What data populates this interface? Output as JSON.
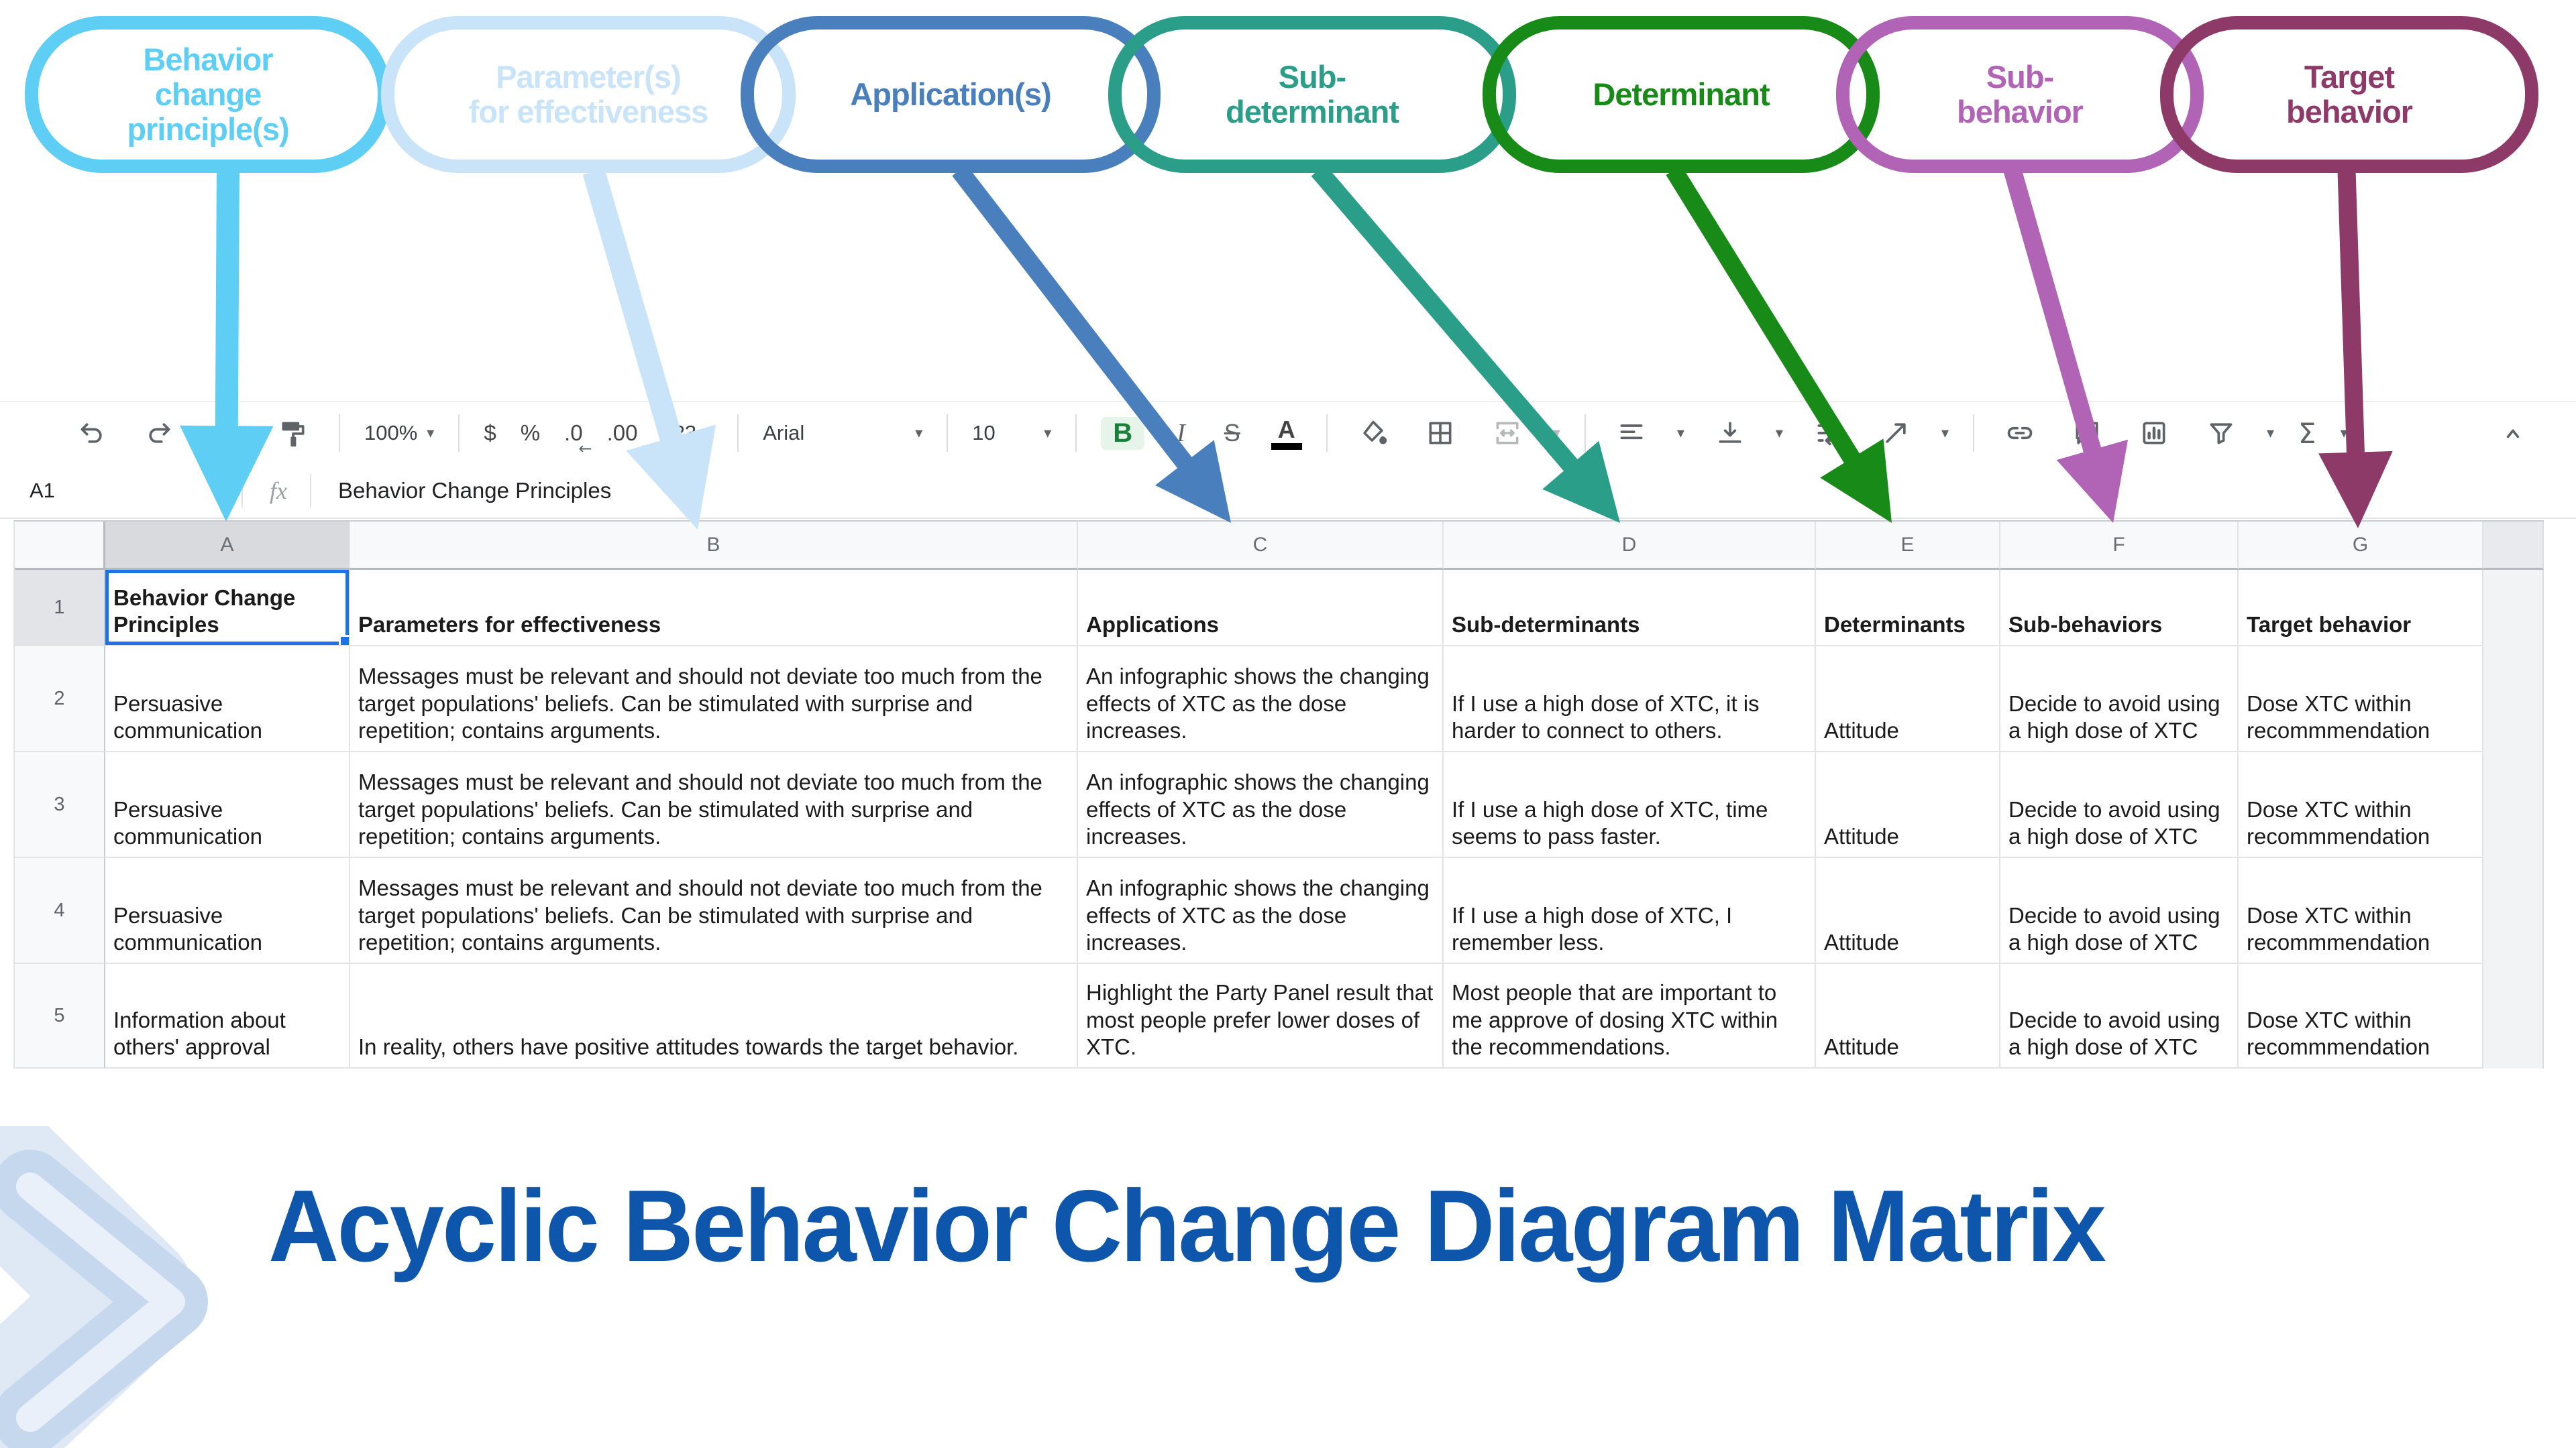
{
  "annotations": {
    "pills": [
      {
        "label": "Behavior\nchange\nprinciple(s)",
        "color": "#5FCEF5"
      },
      {
        "label": "Parameter(s)\nfor effectiveness",
        "color": "#C9E4F8"
      },
      {
        "label": "Application(s)",
        "color": "#4A7FBE"
      },
      {
        "label": "Sub-\ndeterminant",
        "color": "#2B9E89"
      },
      {
        "label": "Determinant",
        "color": "#178A17"
      },
      {
        "label": "Sub-\nbehavior",
        "color": "#B163B5"
      },
      {
        "label": "Target\nbehavior",
        "color": "#8E3A68"
      }
    ]
  },
  "toolbar": {
    "zoom": "100%",
    "currency": "$",
    "percent": "%",
    "decrease_decimals": ".0",
    "increase_decimals": ".00",
    "more_formats": "123",
    "font_name": "Arial",
    "font_size": "10",
    "bold": "B",
    "italic": "I",
    "strikethrough": "S",
    "text_color": "A",
    "functions": "Σ",
    "icons": [
      "undo",
      "redo",
      "print",
      "paint-format",
      "fill-color",
      "borders",
      "merge-cells",
      "horizontal-align",
      "vertical-align",
      "text-wrap",
      "text-rotation",
      "insert-link",
      "insert-comment",
      "insert-chart",
      "create-filter",
      "functions",
      "collapse-toolbar"
    ]
  },
  "formula_bar": {
    "cell_ref": "A1",
    "fx_label": "fx",
    "value": "Behavior Change Principles"
  },
  "sheet": {
    "selected_cell": "A1",
    "selection_color": "#1A73E8",
    "column_letters": [
      "A",
      "B",
      "C",
      "D",
      "E",
      "F",
      "G"
    ],
    "row_numbers": [
      "1",
      "2",
      "3",
      "4",
      "5"
    ],
    "cells": [
      [
        "Behavior Change Principles",
        "Parameters for effectiveness",
        "Applications",
        "Sub-determinants",
        "Determinants",
        "Sub-behaviors",
        "Target behavior"
      ],
      [
        "Persuasive communication",
        "Messages must be relevant and should not deviate too much from the target populations' beliefs. Can be stimulated with surprise and repetition; contains arguments.",
        "An infographic shows the changing effects of XTC as the dose increases.",
        "If I use a high dose of XTC, it is harder to connect to others.",
        "Attitude",
        "Decide to avoid using a high dose of XTC",
        "Dose XTC within recommmendation"
      ],
      [
        "Persuasive communication",
        "Messages must be relevant and should not deviate too much from the target populations' beliefs. Can be stimulated with surprise and repetition; contains arguments.",
        "An infographic shows the changing effects of XTC as the dose increases.",
        "If I use a high dose of XTC, time seems to pass faster.",
        "Attitude",
        "Decide to avoid using a high dose of XTC",
        "Dose XTC within recommmendation"
      ],
      [
        "Persuasive communication",
        "Messages must be relevant and should not deviate too much from the target populations' beliefs. Can be stimulated with surprise and repetition; contains arguments.",
        "An infographic shows the changing effects of XTC as the dose increases.",
        "If I use a high dose of XTC, I remember less.",
        "Attitude",
        "Decide to avoid using a high dose of XTC",
        "Dose XTC within recommmendation"
      ],
      [
        "Information about others' approval",
        "In reality, others have positive attitudes towards the target behavior.",
        "Highlight the Party Panel result that most people prefer lower doses of XTC.",
        "Most people that are important to me approve of dosing XTC within the recommendations.",
        "Attitude",
        "Decide to avoid using a high dose of XTC",
        "Dose XTC within recommmendation"
      ]
    ]
  },
  "footer": {
    "title": "Acyclic Behavior Change Diagram Matrix",
    "accent_color": "#0D56AC"
  }
}
